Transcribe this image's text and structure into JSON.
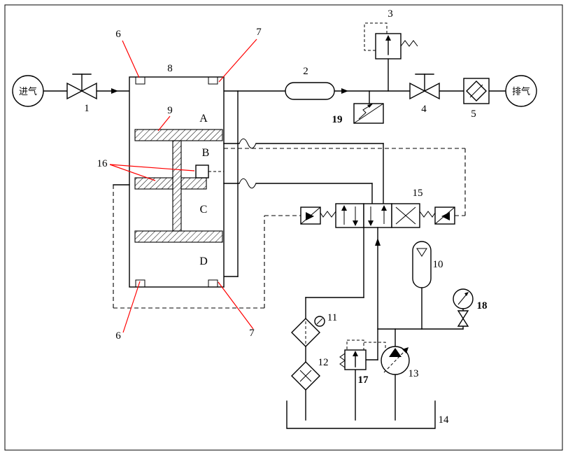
{
  "colors": {
    "line": "#000000",
    "leader": "#ff0000",
    "bg": "#ffffff"
  },
  "labels": {
    "inlet": "进气",
    "outlet": "排气",
    "chamber_a": "A",
    "chamber_b": "B",
    "chamber_c": "C",
    "chamber_d": "D",
    "n1": "1",
    "n2": "2",
    "n3": "3",
    "n4": "4",
    "n5": "5",
    "n6": "6",
    "n7": "7",
    "n8": "8",
    "n9": "9",
    "n10": "10",
    "n11": "11",
    "n12": "12",
    "n13": "13",
    "n14": "14",
    "n15": "15",
    "n16": "16",
    "n17": "17",
    "n18": "18",
    "n19": "19"
  }
}
